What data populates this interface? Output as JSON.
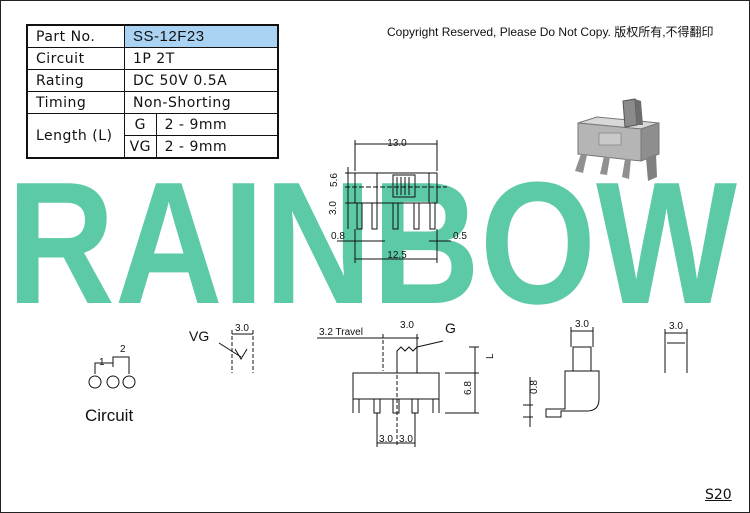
{
  "header": {
    "copyright": "Copyright Reserved, Please Do Not Copy. 版权所有,不得翻印"
  },
  "watermark": {
    "text": "RAINBOW",
    "color": "#5cc9a7"
  },
  "spec_table": {
    "part_no_label": "Part No.",
    "part_no_value": "SS-12F23",
    "circuit_label": "Circuit",
    "circuit_value": "1P 2T",
    "rating_label": "Rating",
    "rating_value": "DC 50V 0.5A",
    "timing_label": "Timing",
    "timing_value": "Non-Shorting",
    "length_label": "Length (L)",
    "length_rows": [
      {
        "code": "G",
        "value": "2 - 9mm"
      },
      {
        "code": "VG",
        "value": "2 - 9mm"
      }
    ]
  },
  "top_view": {
    "width_dim": "13.0",
    "height_dim": "5.6",
    "pin_height_dim": "3.0",
    "pin_width_dim": "0.8",
    "pitch_dim": "12.5",
    "edge_dim": "0.5"
  },
  "vg_detail": {
    "label": "VG",
    "width_dim": "3.0"
  },
  "circuit": {
    "label": "Circuit",
    "pin1": "1",
    "pin2": "2"
  },
  "front_view": {
    "travel_label": "3.2  Travel",
    "actuator_width_dim": "3.0",
    "g_label": "G",
    "length_label": "L",
    "body_height_dim": "6.8",
    "pitch_left_dim": "3.0",
    "pitch_right_dim": "3.0"
  },
  "side_view": {
    "actuator_width_dim": "3.0",
    "pin_dim": "0.8"
  },
  "end_view": {
    "actuator_width_dim": "3.0"
  },
  "footer": {
    "page_code": "S20"
  }
}
